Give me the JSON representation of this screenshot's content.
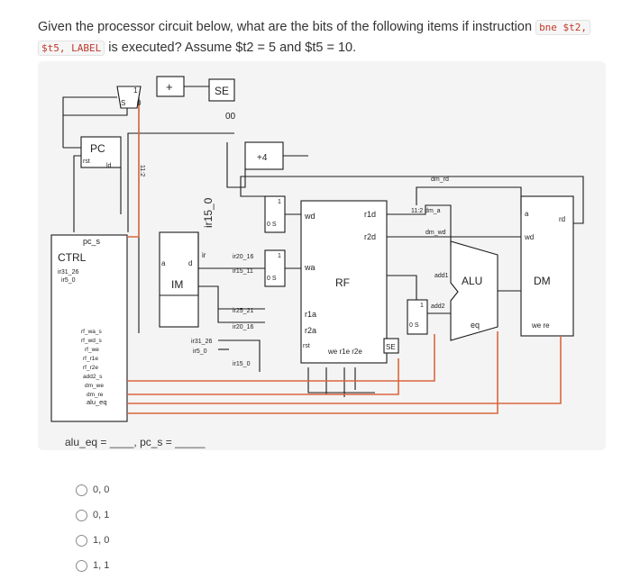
{
  "question": {
    "part1": "Given the processor circuit below, what are the bits of the following items if instruction ",
    "code1": "bne $t2,",
    "code2": "$t5, LABEL",
    "part2": " is executed? Assume $t2 = 5 and $t5 = 10."
  },
  "answer_line": "alu_eq = ____, pc_s = _____",
  "options": [
    "0, 0",
    "0, 1",
    "1, 0",
    "1, 1"
  ],
  "circuit": {
    "se_top": "SE",
    "se_bits": "00",
    "plus": "+",
    "pc": "PC",
    "rst": "rst",
    "ld": "ld",
    "one": "1",
    "zero": "0",
    "s": "S",
    "bits_112": "11:2",
    "ir150": "ir15_0",
    "im": "IM",
    "a": "a",
    "d": "d",
    "ir": "ir",
    "plus4": "+4",
    "wd": "wd",
    "wa": "wa",
    "r1d": "r1d",
    "r2d": "r2d",
    "rf": "RF",
    "r1a": "r1a",
    "r2a": "r2a",
    "rst2": "rst",
    "we_r1e_r2e": "we r1e r2e",
    "se2": "SE",
    "ir20_16": "ir20_16",
    "ir15_11": "ir15_11",
    "ir25_21": "ir25_21",
    "ir20_16b": "ir20_16",
    "ir31_26": "ir31_26",
    "ir5_0": "ir5_0",
    "ir15_0": "ir15_0",
    "mux_1": "1",
    "mux_0s": "0 S",
    "dm_rd": "dm_rd",
    "dm_a": "11:2 dm_a",
    "dm_wd": "dm_wd",
    "add1": "add1",
    "add2": "add2",
    "alu": "ALU",
    "eq": "eq",
    "dm": "DM",
    "dm_a_in": "a",
    "dm_rd_out": "rd",
    "dm_wd_in": "wd",
    "we_re": "we re",
    "pc_s": "pc_s",
    "ctrl": "CTRL",
    "c_ir31_26": "ir31_26",
    "c_ir5_0": "ir5_0",
    "ctrl_outputs": [
      "rf_wa_s",
      "rf_wd_s",
      "rf_we",
      "rf_r1e",
      "rf_r2e",
      "add2_s",
      "dm_we",
      "dm_re",
      "alu_eq"
    ]
  },
  "colors": {
    "wire_orange": "#d9673f",
    "wire_black": "#1a1a1a",
    "token_red": "#c0392b"
  }
}
